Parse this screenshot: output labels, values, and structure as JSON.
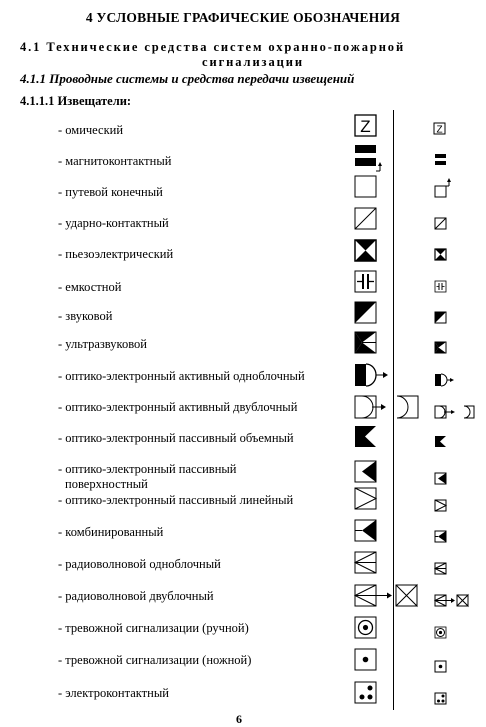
{
  "section": {
    "title": "4  УСЛОВНЫЕ ГРАФИЧЕСКИЕ ОБОЗНАЧЕНИЯ",
    "subtitle_line1": "4.1 Технические средства систем охранно-пожарной",
    "subtitle_line2": "сигнализации",
    "subsection": "4.1.1 Проводные системы и средства передачи извещений",
    "subsubsection": "4.1.1.1 Извещатели:"
  },
  "detectors": [
    {
      "label": "- омический",
      "icon": "ohmic-icon"
    },
    {
      "label": "- магнитоконтактный",
      "icon": "magnetic-contact-icon"
    },
    {
      "label": "- путевой конечный",
      "icon": "limit-switch-icon"
    },
    {
      "label": "- ударно-контактный",
      "icon": "shock-contact-icon"
    },
    {
      "label": "- пьезоэлектрический",
      "icon": "piezoelectric-icon"
    },
    {
      "label": "- емкостной",
      "icon": "capacitive-icon"
    },
    {
      "label": "- звуковой",
      "icon": "acoustic-icon"
    },
    {
      "label": "- ультразвуковой",
      "icon": "ultrasonic-icon"
    },
    {
      "label": "- оптико-электронный активный одноблочный",
      "icon": "optical-active-single-icon"
    },
    {
      "label": "- оптико-электронный активный двублочный",
      "icon": "optical-active-double-icon"
    },
    {
      "label": "- оптико-электронный пассивный объемный",
      "icon": "optical-passive-volume-icon"
    },
    {
      "label": "- оптико-электронный пассивный",
      "label2": "поверхностный",
      "icon": "optical-passive-surface-icon"
    },
    {
      "label": "- оптико-электронный пассивный линейный",
      "icon": "optical-passive-linear-icon"
    },
    {
      "label": "- комбинированный",
      "icon": "combined-icon"
    },
    {
      "label": "- радиоволновой одноблочный",
      "icon": "radiowave-single-icon"
    },
    {
      "label": "- радиоволновой двублочный",
      "icon": "radiowave-double-icon"
    },
    {
      "label": "- тревожной сигнализации (ручной)",
      "icon": "manual-alarm-icon"
    },
    {
      "label": "- тревожной сигнализации (ножной)",
      "icon": "foot-alarm-icon"
    },
    {
      "label": "- электроконтактный",
      "icon": "electrocontact-icon"
    }
  ],
  "symbol_z": "Z",
  "page_number": "6"
}
